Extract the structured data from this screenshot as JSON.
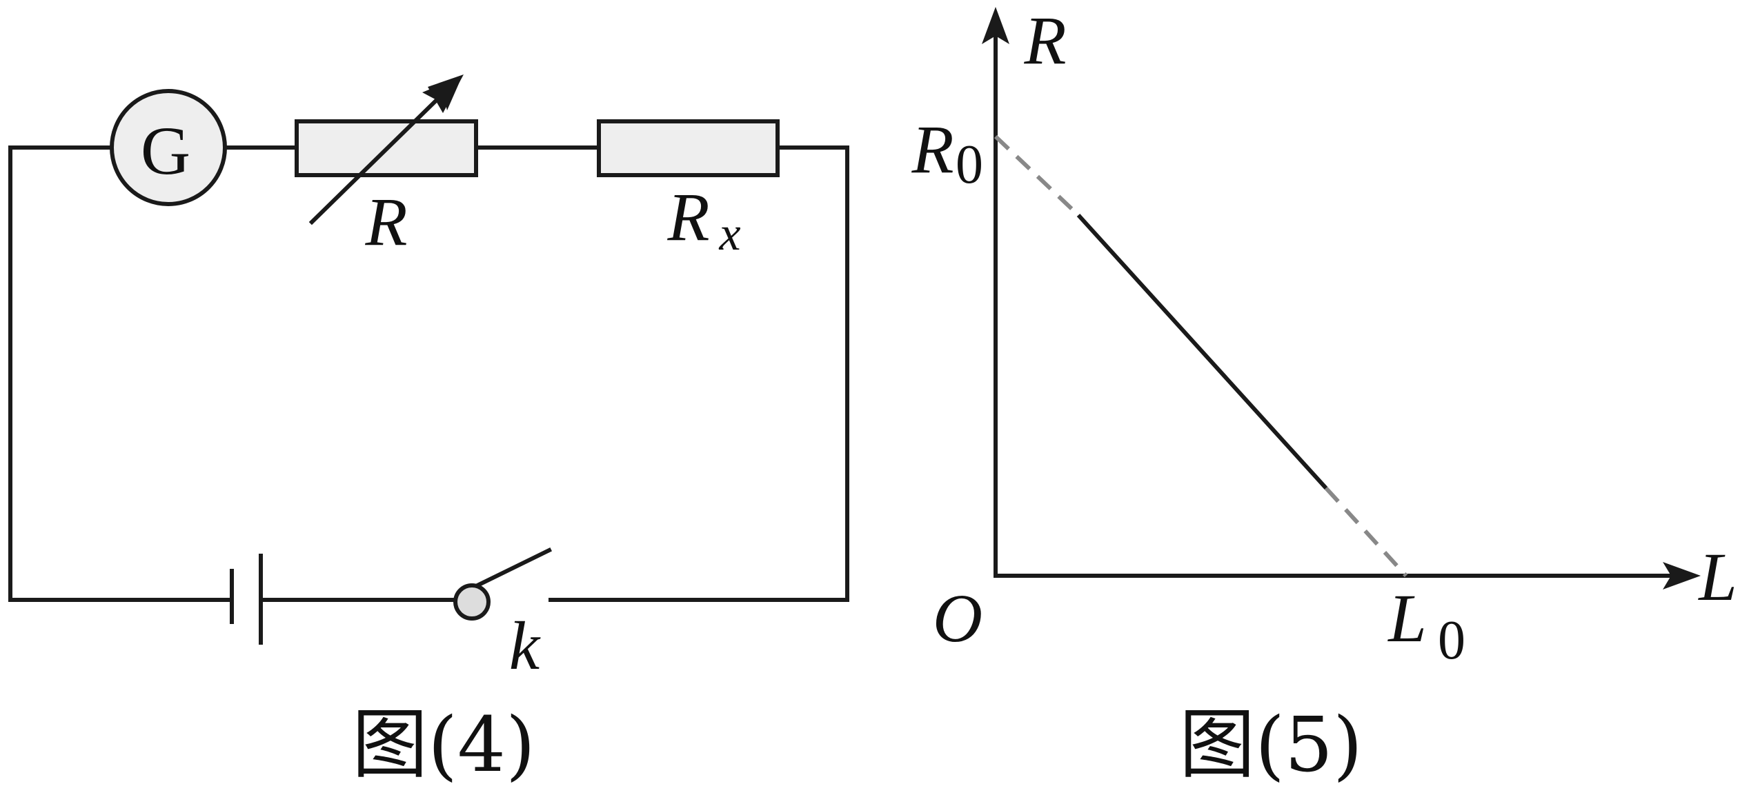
{
  "figure4": {
    "galvanometer_label": "G",
    "rheostat_label": "R",
    "resistor_label_main": "R",
    "resistor_label_sub": "x",
    "switch_label": "k",
    "caption": "图(4)"
  },
  "figure5": {
    "y_axis_label": "R",
    "x_axis_label": "L",
    "origin_label": "O",
    "y_intercept_main": "R",
    "y_intercept_sub": "0",
    "x_intercept_main": "L",
    "x_intercept_sub": "0",
    "caption": "图(5)",
    "colors": {
      "solid_line": "#1a1a1a",
      "dashed_line": "#888888"
    }
  }
}
